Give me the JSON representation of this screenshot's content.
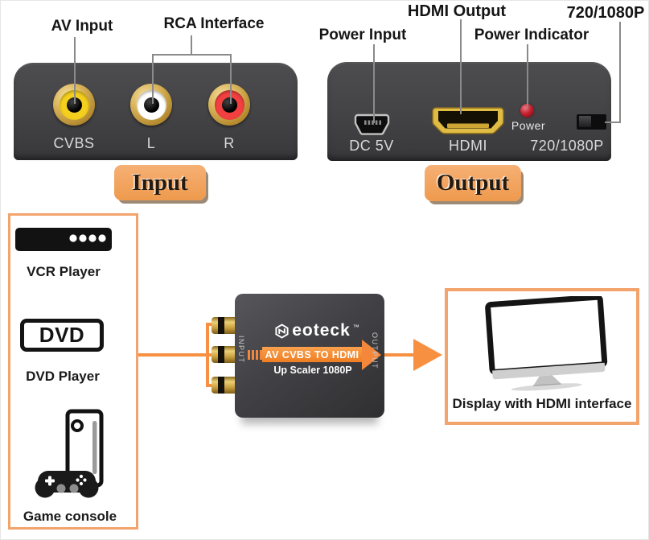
{
  "colors": {
    "accent_orange": "#F79040",
    "box_border_orange": "#F2A46C",
    "badge_orange": "#F2A262",
    "panel_gray": "#424245"
  },
  "input_section": {
    "callouts": {
      "av_input": "AV Input",
      "rca_interface": "RCA Interface"
    },
    "jack_labels": {
      "cvbs": "CVBS",
      "left": "L",
      "right": "R"
    },
    "jack_colors": {
      "cvbs": "#F4CF1E",
      "left": "#FFFFFF",
      "right": "#F24040"
    },
    "badge": "Input"
  },
  "output_section": {
    "callouts": {
      "power_input": "Power Input",
      "hdmi_output": "HDMI Output",
      "power_indicator": "Power Indicator",
      "resolution": "720/1080P"
    },
    "port_labels": {
      "dc": "DC 5V",
      "hdmi": "HDMI",
      "power": "Power",
      "resolution": "720/1080P"
    },
    "badge": "Output"
  },
  "flow": {
    "sources": {
      "vcr_label": "VCR Player",
      "dvd_text": "DVD",
      "dvd_label": "DVD Player",
      "game_label": "Game console"
    },
    "converter": {
      "brand": "Neoteck",
      "brand_rest": "eoteck",
      "tm": "™",
      "banner": "AV CVBS TO HDMI",
      "subtitle": "Up Scaler 1080P",
      "side_input": "INPUT",
      "side_output": "OUTPUT"
    },
    "display_label": "Display with HDMI interface"
  }
}
